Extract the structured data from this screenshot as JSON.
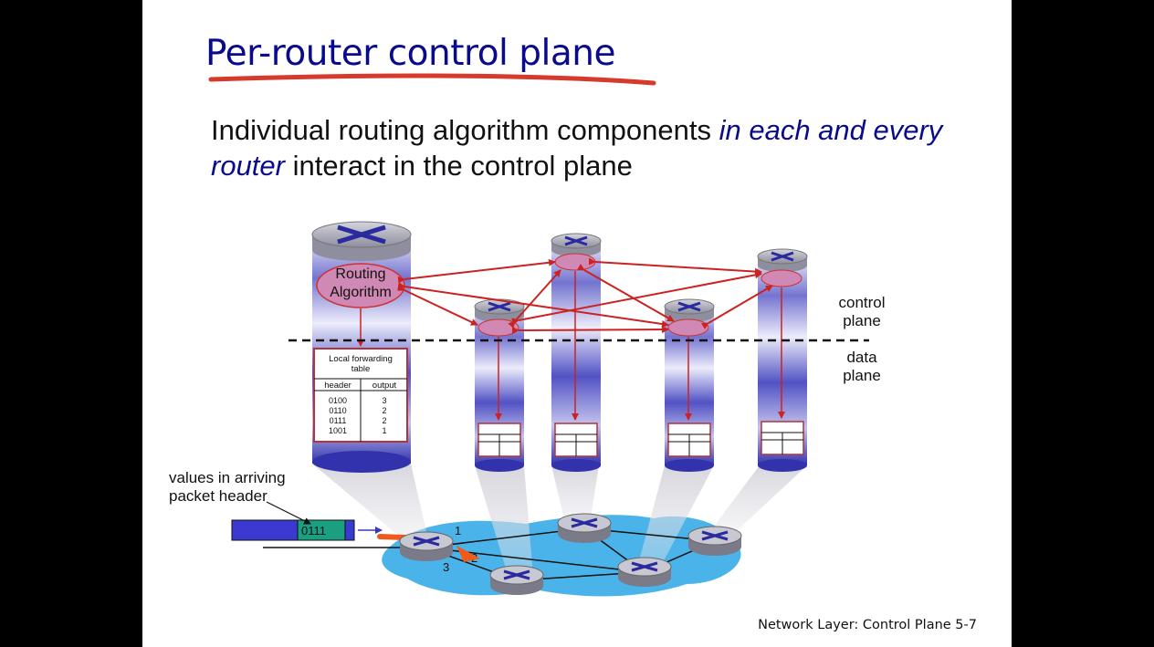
{
  "slide": {
    "title": "Per-router control plane",
    "subtitle_plain1": "Individual routing algorithm components ",
    "subtitle_em1": "in each and every",
    "subtitle_em2": "router",
    "subtitle_plain2": " interact in the control plane",
    "footer": "Network Layer: Control Plane  5-7"
  },
  "diagram": {
    "control_plane_line1": "control",
    "control_plane_line2": "plane",
    "data_plane_line1": "data",
    "data_plane_line2": "plane",
    "routing_algorithm_line1": "Routing",
    "routing_algorithm_line2": "Algorithm",
    "arriving_label_line1": "values in arriving",
    "arriving_label_line2": "packet header",
    "packet_value": "0111",
    "link_labels": [
      "1",
      "2",
      "3"
    ],
    "forwarding_table": {
      "title_line1": "Local forwarding",
      "title_line2": "table",
      "col_header": "header",
      "col_output": "output",
      "rows": [
        {
          "header": "0100",
          "output": "3"
        },
        {
          "header": "0110",
          "output": "2"
        },
        {
          "header": "0111",
          "output": "2"
        },
        {
          "header": "1001",
          "output": "1"
        }
      ]
    }
  },
  "colors": {
    "title_blue": "#0a0a8c",
    "underline_red": "#d63a2a",
    "arrow_red": "#cc2222",
    "cylinder_blue": "#3a3ab8",
    "cloud_blue": "#4ab4ea",
    "packet_green": "#1a9f80"
  }
}
